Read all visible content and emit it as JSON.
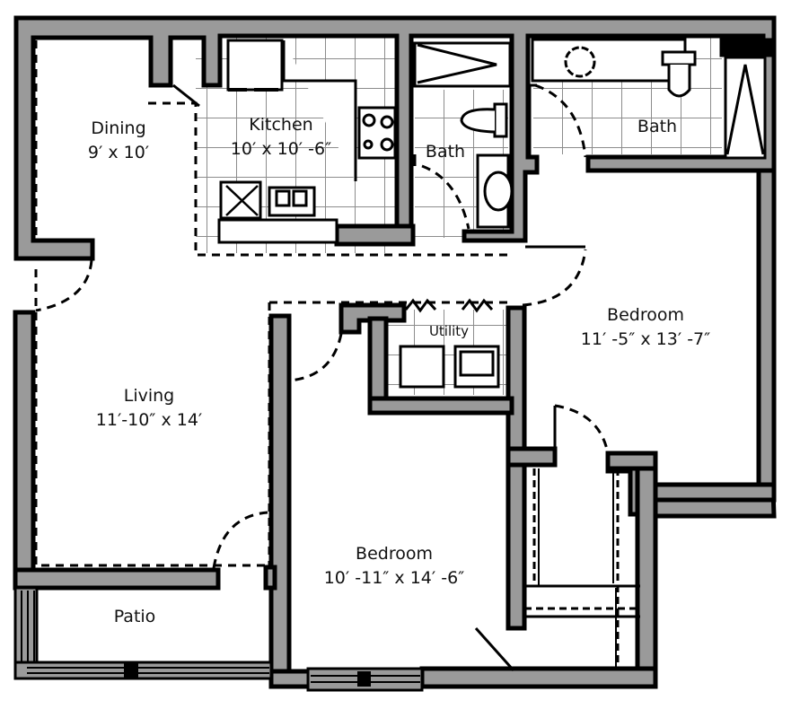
{
  "floor_plan": {
    "rooms": [
      {
        "id": "dining",
        "name": "Dining",
        "dimensions": "9′ x 10′"
      },
      {
        "id": "kitchen",
        "name": "Kitchen",
        "dimensions": "10′ x 10′ -6″"
      },
      {
        "id": "bath-1",
        "name": "Bath",
        "dimensions": ""
      },
      {
        "id": "bath-2",
        "name": "Bath",
        "dimensions": ""
      },
      {
        "id": "living",
        "name": "Living",
        "dimensions": "11′-10″ x 14′"
      },
      {
        "id": "bedroom-1",
        "name": "Bedroom",
        "dimensions": "11′ -5″ x 13′ -7″"
      },
      {
        "id": "utility",
        "name": "Utility",
        "dimensions": ""
      },
      {
        "id": "bedroom-2",
        "name": "Bedroom",
        "dimensions": "10′ -11″ x 14′ -6″"
      },
      {
        "id": "patio",
        "name": "Patio",
        "dimensions": ""
      }
    ],
    "colors": {
      "wall_fill": "#9a9a9a",
      "wall_outline": "#000000",
      "tile_grid": "#8c8c8c",
      "background": "#ffffff"
    }
  }
}
